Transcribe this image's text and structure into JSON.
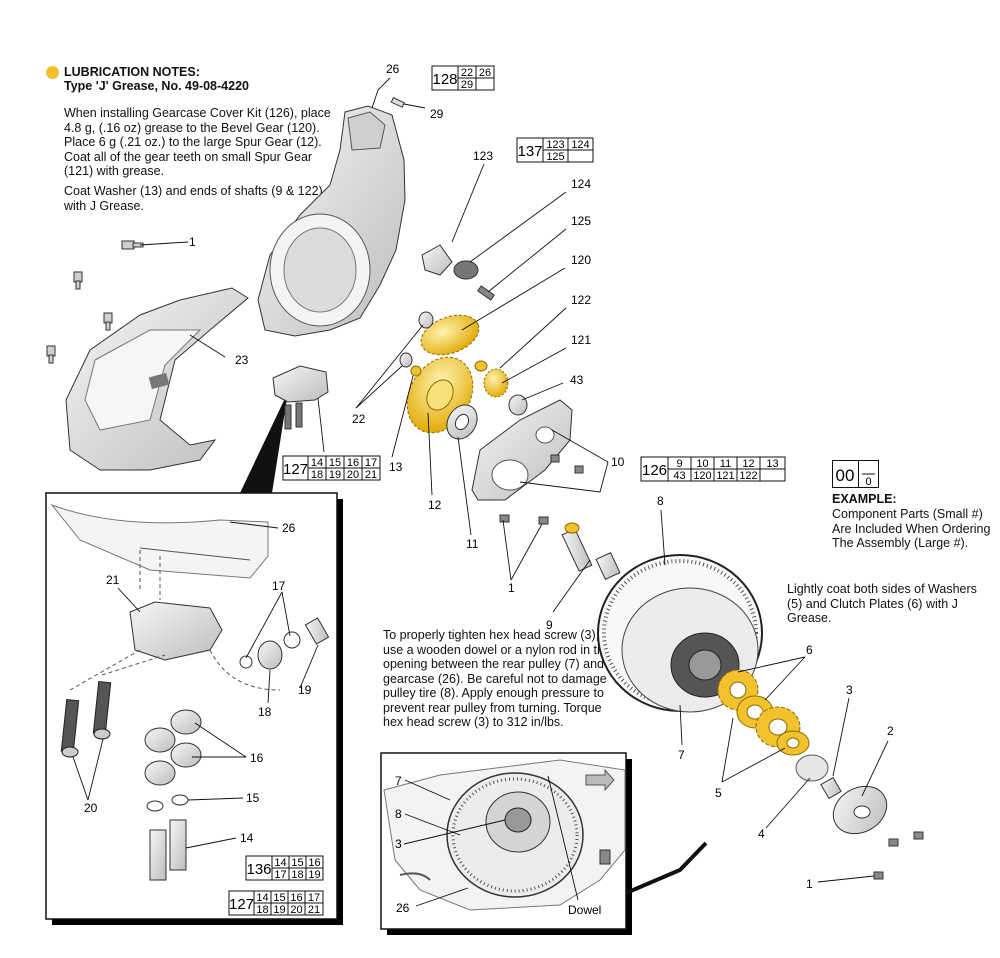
{
  "notes": {
    "title": "LUBRICATION NOTES:",
    "subtitle": "Type 'J' Grease, No. 49-08-4220",
    "para1": "When installing Gearcase Cover Kit (126), place 4.8 g, (.16 oz) grease to the Bevel Gear (120). Place 6 g (.21 oz.) to the large Spur Gear (12). Coat all of the gear teeth on small Spur Gear (121) with grease.",
    "para2": "Coat Washer (13) and ends of shafts (9 & 122) with J Grease.",
    "washers_note": "Lightly coat both sides of Washers (5) and Clutch Plates (6) with J Grease.",
    "tighten_note": "To properly tighten hex head screw (3), use a wooden dowel or a nylon rod in the opening between the rear pulley (7) and gearcase (26). Be careful not to damage pulley tire (8). Apply enough pressure to prevent rear pulley from turning. Torque hex head screw (3) to 312 in/lbs."
  },
  "example": {
    "big": "00",
    "small": "0",
    "label": "EXAMPLE:",
    "text": "Component Parts (Small #) Are Included When Ordering The Assembly (Large #)."
  },
  "kits": {
    "k128": {
      "big": "128",
      "row1": [
        "22",
        "26"
      ],
      "row2": [
        "29",
        ""
      ]
    },
    "k137": {
      "big": "137",
      "row1": [
        "123",
        "124"
      ],
      "row2": [
        "125",
        ""
      ]
    },
    "k126": {
      "big": "126",
      "row1": [
        "9",
        "10",
        "11",
        "12",
        "13"
      ],
      "row2": [
        "43",
        "120",
        "121",
        "122",
        ""
      ]
    },
    "k127a": {
      "big": "127",
      "row1": [
        "14",
        "15",
        "16",
        "17"
      ],
      "row2": [
        "18",
        "19",
        "20",
        "21"
      ]
    },
    "k136": {
      "big": "136",
      "row1": [
        "14",
        "15",
        "16"
      ],
      "row2": [
        "17",
        "18",
        "19"
      ]
    },
    "k127b": {
      "big": "127",
      "row1": [
        "14",
        "15",
        "16",
        "17"
      ],
      "row2": [
        "18",
        "19",
        "20",
        "21"
      ]
    }
  },
  "callouts": {
    "c26": "26",
    "c29": "29",
    "c123": "123",
    "c124": "124",
    "c125": "125",
    "c120": "120",
    "c122": "122",
    "c121": "121",
    "c43": "43",
    "c1a": "1",
    "c23": "23",
    "c22": "22",
    "c13": "13",
    "c12": "12",
    "c11": "11",
    "c10": "10",
    "c1b": "1",
    "c9": "9",
    "c8": "8",
    "c6": "6",
    "c7": "7",
    "c3": "3",
    "c2": "2",
    "c5": "5",
    "c4": "4",
    "c1c": "1",
    "i26": "26",
    "i21": "21",
    "i17": "17",
    "i19": "19",
    "i18": "18",
    "i16": "16",
    "i20": "20",
    "i15": "15",
    "i14": "14",
    "d7": "7",
    "d8": "8",
    "d3": "3",
    "d26": "26",
    "dowel": "Dowel"
  },
  "colors": {
    "grease": "#f2c12e",
    "line": "#111111",
    "part_fill": "#e9e9e9",
    "part_dark": "#9a9a9a"
  }
}
